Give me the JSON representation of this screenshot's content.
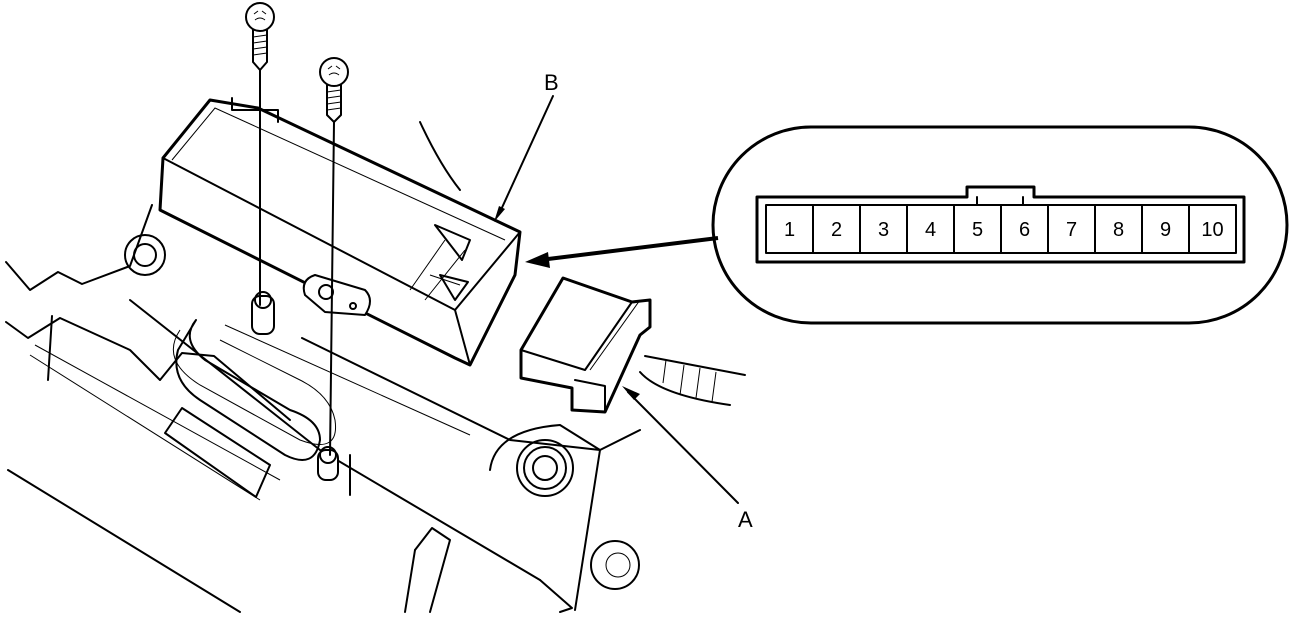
{
  "diagram": {
    "description": "Control unit with 10-pin connector, removal illustration",
    "callouts": {
      "a": "A",
      "b": "B"
    },
    "connector_pins": [
      "1",
      "2",
      "3",
      "4",
      "5",
      "6",
      "7",
      "8",
      "9",
      "10"
    ],
    "parts": [
      {
        "id": "control-unit",
        "callout": "B"
      },
      {
        "id": "harness-connector",
        "callout": "A"
      },
      {
        "id": "screw-1"
      },
      {
        "id": "screw-2"
      }
    ]
  }
}
